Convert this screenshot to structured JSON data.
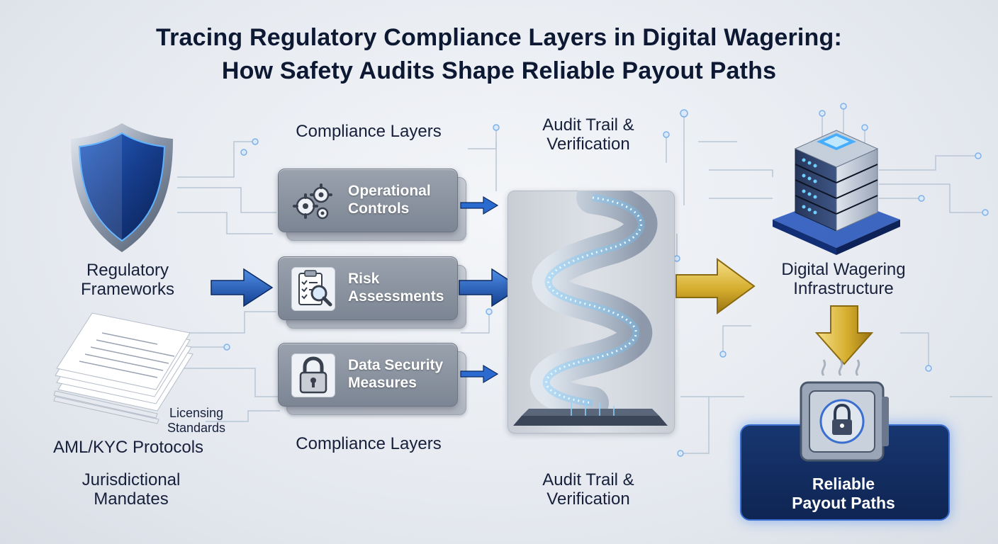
{
  "title": {
    "line1": "Tracing Regulatory Compliance Layers in Digital Wagering:",
    "line2": "How Safety Audits Shape Reliable Payout Paths"
  },
  "left": {
    "shield_label_1": "Regulatory",
    "shield_label_2": "Frameworks",
    "licensing_1": "Licensing",
    "licensing_2": "Standards",
    "aml": "AML/KYC Protocols",
    "jurisdictional_1": "Jurisdictional",
    "jurisdictional_2": "Mandates"
  },
  "compliance": {
    "top_label": "Compliance Layers",
    "bottom_label": "Compliance Layers",
    "cards": [
      {
        "line1": "Operational",
        "line2": "Controls",
        "icon": "gears-icon"
      },
      {
        "line1": "Risk",
        "line2": "Assessments",
        "icon": "clipboard-magnifier-icon"
      },
      {
        "line1": "Data Security",
        "line2": "Measures",
        "icon": "padlock-icon"
      }
    ]
  },
  "audit": {
    "top_1": "Audit Trail &",
    "top_2": "Verification",
    "bottom_1": "Audit Trail &",
    "bottom_2": "Verification"
  },
  "right": {
    "infra_1": "Digital Wagering",
    "infra_2": "Infrastructure",
    "payout_1": "Reliable",
    "payout_2": "Payout Paths"
  },
  "colors": {
    "navy": "#0d1833",
    "blue_arrow": "#1f5fc4",
    "gold_arrow": "#d9b53a",
    "glow": "#8fd4ff"
  }
}
